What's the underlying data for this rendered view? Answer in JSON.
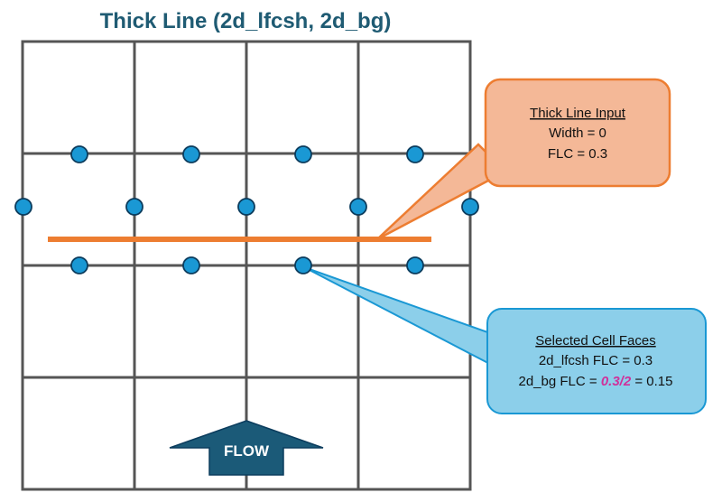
{
  "title": "Thick Line (2d_lfcsh, 2d_bg)",
  "colors": {
    "title": "#1f5b73",
    "grid": "#555555",
    "thick_line": "#ed7d31",
    "node_fill": "#1a98d4",
    "node_stroke": "#0b3c5d",
    "input_callout_fill": "#f4b897",
    "input_callout_stroke": "#ed7d31",
    "faces_callout_fill": "#8ccfea",
    "faces_callout_stroke": "#1a98d4",
    "flow_arrow_fill": "#1b5a78",
    "highlight_text": "#d0309a"
  },
  "input_callout": {
    "heading": "Thick Line Input",
    "line1": "Width = 0",
    "line2": "FLC = 0.3"
  },
  "faces_callout": {
    "heading": "Selected Cell Faces",
    "line1": "2d_lfcsh FLC = 0.3",
    "line2_prefix": "2d_bg FLC = ",
    "line2_highlight": "0.3/2",
    "line2_suffix": " = 0.15"
  },
  "flow_label": "FLOW"
}
